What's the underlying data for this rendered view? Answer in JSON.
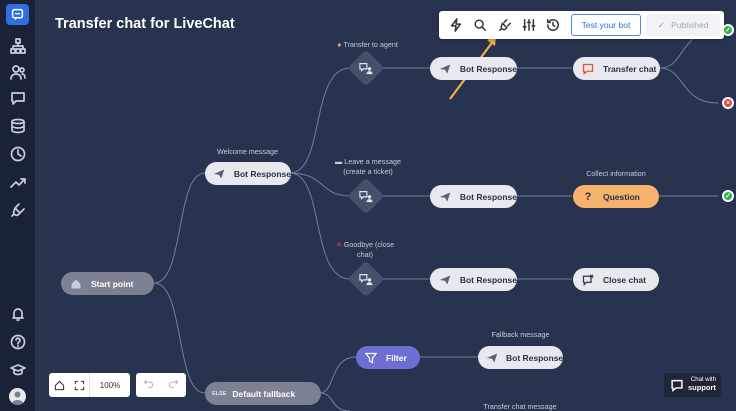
{
  "header": {
    "title": "Transfer chat for LiveChat"
  },
  "toolbar": {
    "test_bot_label": "Test your bot",
    "published_label": "Published",
    "icons": [
      "lightning-icon",
      "search-icon",
      "plug-icon",
      "sliders-icon",
      "history-icon"
    ]
  },
  "sidebar": {
    "top_icons": [
      "chatbot-logo-icon",
      "structure-icon",
      "users-icon",
      "chat-icon",
      "database-icon",
      "clock-icon",
      "trending-icon",
      "integrations-plug-icon"
    ],
    "bottom_icons": [
      "bell-icon",
      "help-icon",
      "academy-icon",
      "avatar"
    ]
  },
  "flow": {
    "start": "Start point",
    "welcome_label": "Welcome message",
    "bot_response": "Bot Response",
    "transfer_agent_label": "Transfer to agent",
    "leave_message_label_1": "Leave a message",
    "leave_message_label_2": "(create a ticket)",
    "goodbye_label_1": "Goodbye (close",
    "goodbye_label_2": "chat)",
    "transfer_chat": "Transfer chat",
    "collect_info_label": "Collect information",
    "question": "Question",
    "close_chat": "Close chat",
    "default_fallback": "Default fallback",
    "else_tag": "ELSE",
    "filter": "Filter",
    "fallback_message_label": "Fallback message",
    "transfer_chat_message_label": "Transfer chat message"
  },
  "zoom": {
    "level": "100%"
  },
  "support": {
    "line1": "Chat with",
    "line2": "support"
  },
  "colors": {
    "canvas": "#283350",
    "sidebar": "#1a2238",
    "accent": "#2f6fe0",
    "question": "#f6b36e",
    "filter": "#6d6fd3",
    "success": "#2fb24a",
    "error": "#e0463c"
  }
}
